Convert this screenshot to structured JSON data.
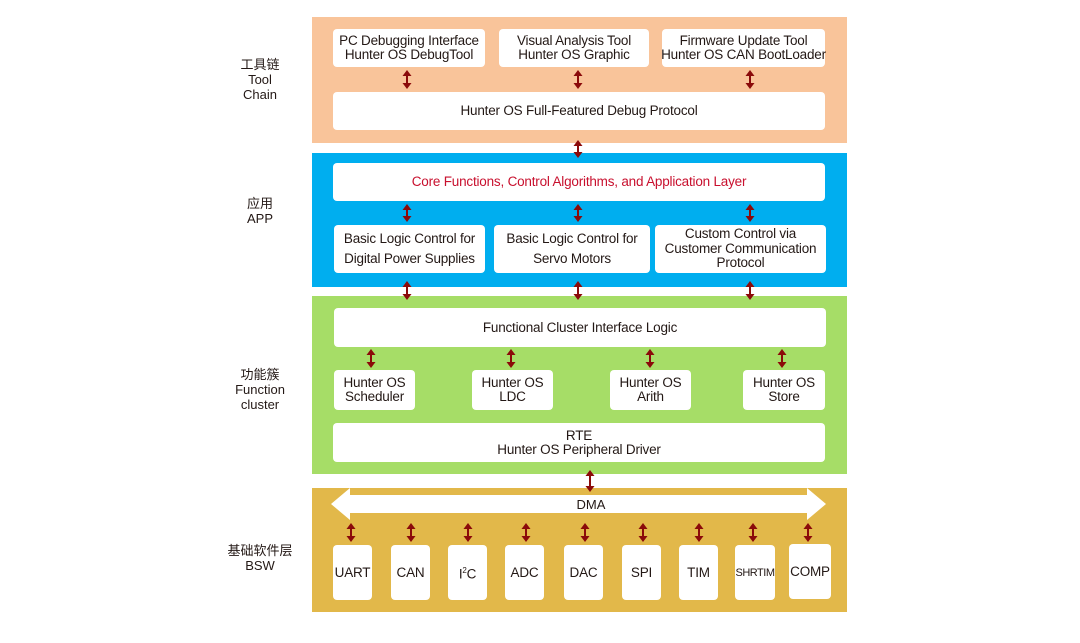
{
  "colors": {
    "toolchain": "#f9c49a",
    "app": "#00aeef",
    "function": "#a6dd67",
    "bsw": "#e2b84a",
    "arrow": "#8b0a0a",
    "highlight_text": "#c8102e"
  },
  "layers": {
    "toolchain": {
      "label_cn": "工具链",
      "label_en_1": "Tool",
      "label_en_2": "Chain",
      "tools": [
        {
          "line1": "PC Debugging Interface",
          "line2": "Hunter OS DebugTool"
        },
        {
          "line1": "Visual Analysis Tool",
          "line2": "Hunter OS Graphic"
        },
        {
          "line1": "Firmware Update Tool",
          "line2": "Hunter OS CAN BootLoader"
        }
      ],
      "protocol": "Hunter OS Full-Featured Debug Protocol"
    },
    "app": {
      "label_cn": "应用",
      "label_en_1": "APP",
      "core": "Core Functions, Control Algorithms, and Application Layer",
      "modules": [
        {
          "line1": "Basic Logic Control for",
          "line2": "Digital Power Supplies"
        },
        {
          "line1": "Basic Logic Control for",
          "line2": "Servo Motors"
        },
        {
          "line1": "Custom Control via",
          "line2": "Customer Communication",
          "line3": "Protocol"
        }
      ]
    },
    "function": {
      "label_cn": "功能簇",
      "label_en_1": "Function",
      "label_en_2": "cluster",
      "interface": "Functional Cluster Interface Logic",
      "modules": [
        {
          "line1": "Hunter OS",
          "line2": "Scheduler"
        },
        {
          "line1": "Hunter OS",
          "line2": "LDC"
        },
        {
          "line1": "Hunter OS",
          "line2": "Arith"
        },
        {
          "line1": "Hunter OS",
          "line2": "Store"
        }
      ],
      "rte_line1": "RTE",
      "rte_line2": "Hunter OS Peripheral Driver"
    },
    "bsw": {
      "label_cn": "基础软件层",
      "label_en_1": "BSW",
      "dma": "DMA",
      "peripherals": [
        "UART",
        "CAN",
        "I",
        "ADC",
        "DAC",
        "SPI",
        "TIM",
        "SHRTIM",
        "COMP"
      ],
      "i2c_sup": "2",
      "i2c_tail": "C"
    }
  }
}
